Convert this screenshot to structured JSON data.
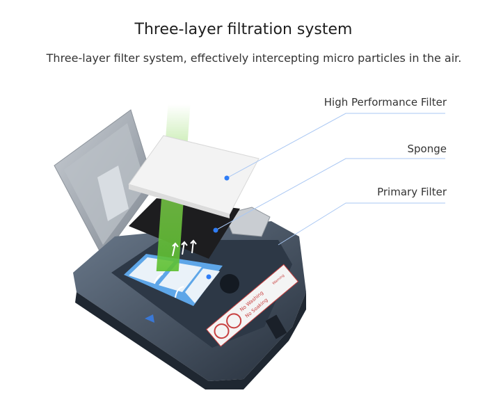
{
  "heading": {
    "title": "Three-layer filtration system",
    "subtitle": "Three-layer filter system, effectively intercepting micro particles in the air."
  },
  "callouts": [
    {
      "label": "High Performance Filter"
    },
    {
      "label": "Sponge"
    },
    {
      "label": "Primary Filter"
    }
  ],
  "sticker": {
    "warning": "Warning",
    "no_washing": "No Washing",
    "no_soaking": "No Soaking"
  },
  "colors": {
    "accent": "#2f7df6",
    "leader_line": "#a9c7f3",
    "dustbin": "#3c4a5c",
    "airflow": "#7fd34a"
  }
}
